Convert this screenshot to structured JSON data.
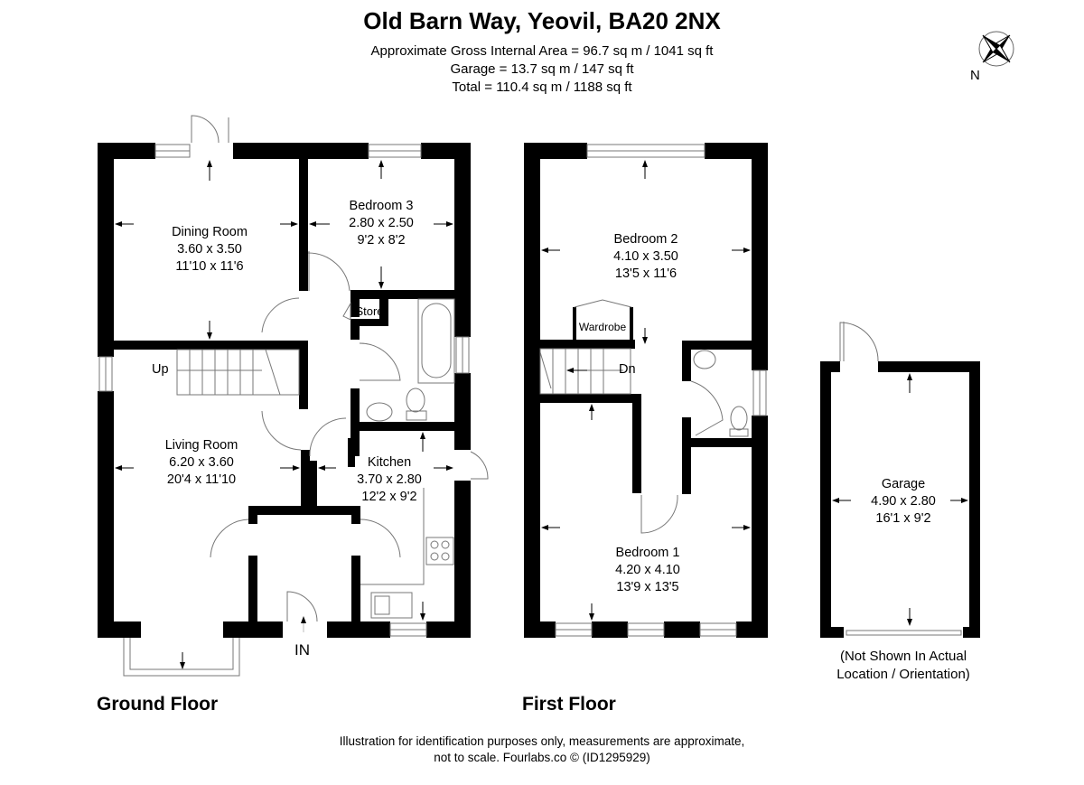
{
  "header": {
    "title": "Old Barn Way, Yeovil, BA20 2NX",
    "gross_area": "Approximate Gross Internal Area = 96.7 sq m / 1041 sq ft",
    "garage_area": "Garage = 13.7 sq m / 147 sq ft",
    "total_area": "Total = 110.4 sq m / 1188 sq ft"
  },
  "compass": {
    "icon": "compass-rose-icon",
    "label": "N"
  },
  "ground_floor": {
    "label": "Ground Floor",
    "stairs_label": "Up",
    "entrance_label": "IN",
    "rooms": [
      {
        "name": "Dining Room",
        "metric": "3.60 x 3.50",
        "imperial": "11'10 x 11'6"
      },
      {
        "name": "Bedroom 3",
        "metric": "2.80 x 2.50",
        "imperial": "9'2 x 8'2"
      },
      {
        "name": "Store"
      },
      {
        "name": "Living Room",
        "metric": "6.20 x 3.60",
        "imperial": "20'4 x 11'10"
      },
      {
        "name": "Kitchen",
        "metric": "3.70 x 2.80",
        "imperial": "12'2 x 9'2"
      }
    ]
  },
  "first_floor": {
    "label": "First Floor",
    "stairs_label": "Dn",
    "rooms": [
      {
        "name": "Bedroom 2",
        "metric": "4.10 x 3.50",
        "imperial": "13'5 x 11'6"
      },
      {
        "name": "Wardrobe"
      },
      {
        "name": "Bedroom 1",
        "metric": "4.20 x 4.10",
        "imperial": "13'9 x 13'5"
      }
    ]
  },
  "garage": {
    "name": "Garage",
    "metric": "4.90 x 2.80",
    "imperial": "16'1 x 9'2",
    "note_line1": "(Not Shown In Actual",
    "note_line2": "Location / Orientation)"
  },
  "footer": {
    "line1": "Illustration for identification purposes only, measurements are approximate,",
    "line2": "not to scale. Fourlabs.co © (ID1295929)"
  },
  "colors": {
    "wall": "#000000",
    "fixture_line": "#777777",
    "background": "#ffffff"
  }
}
